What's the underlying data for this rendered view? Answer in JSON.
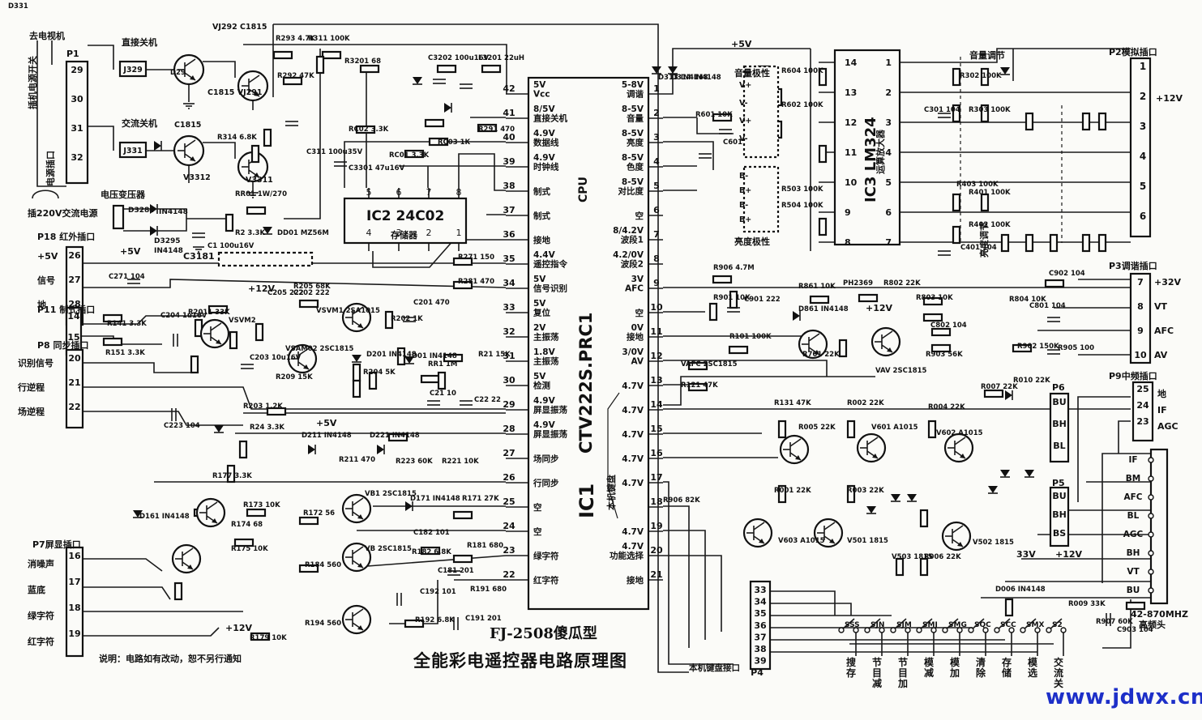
{
  "title": "全能彩电遥控器电路原理图",
  "model": "FJ-2508傻瓜型",
  "note": "说明：电路如有改动，恕不另行通知",
  "watermark": "www.jdwx.cn",
  "ic1": {
    "ref": "IC1",
    "part": "CTV222S.PRC1",
    "fn": "CPU",
    "left_pins": [
      {
        "n": "42",
        "l": "5V\nVcc"
      },
      {
        "n": "41",
        "l": "8/5V\n直接关机"
      },
      {
        "n": "40",
        "l": "4.9V\n数据线"
      },
      {
        "n": "39",
        "l": "4.9V\n时钟线"
      },
      {
        "n": "38",
        "l": "制式"
      },
      {
        "n": "37",
        "l": "制式"
      },
      {
        "n": "36",
        "l": "接地"
      },
      {
        "n": "35",
        "l": "4.4V\n遥控指令"
      },
      {
        "n": "34",
        "l": "5V\n信号识别"
      },
      {
        "n": "33",
        "l": "5V\n复位"
      },
      {
        "n": "32",
        "l": "2V\n主振荡"
      },
      {
        "n": "31",
        "l": "1.8V\n主振荡"
      },
      {
        "n": "30",
        "l": "5V\n检测"
      },
      {
        "n": "29",
        "l": "4.9V\n屏显振荡"
      },
      {
        "n": "28",
        "l": "4.9V\n屏显振荡"
      },
      {
        "n": "27",
        "l": "场同步"
      },
      {
        "n": "26",
        "l": "行同步"
      },
      {
        "n": "25",
        "l": "空"
      },
      {
        "n": "24",
        "l": "空"
      },
      {
        "n": "23",
        "l": "绿字符"
      },
      {
        "n": "22",
        "l": "红字符"
      }
    ],
    "right_pins": [
      {
        "n": "1",
        "l": "5-8V\n调谐"
      },
      {
        "n": "2",
        "l": "8-5V\n音量"
      },
      {
        "n": "3",
        "l": "8-5V\n亮度"
      },
      {
        "n": "4",
        "l": "8-5V\n色度"
      },
      {
        "n": "5",
        "l": "8-5V\n对比度"
      },
      {
        "n": "6",
        "l": "空"
      },
      {
        "n": "7",
        "l": "8/4.2V\n波段1"
      },
      {
        "n": "8",
        "l": "4.2/0V\n波段2"
      },
      {
        "n": "9",
        "l": "3V\nAFC"
      },
      {
        "n": "10",
        "l": "空"
      },
      {
        "n": "11",
        "l": "0V\n接地"
      },
      {
        "n": "12",
        "l": "3/0V\nAV"
      },
      {
        "n": "13",
        "l": "4.7V"
      },
      {
        "n": "14",
        "l": "4.7V"
      },
      {
        "n": "15",
        "l": "4.7V"
      },
      {
        "n": "16",
        "l": "4.7V"
      },
      {
        "n": "17",
        "l": "4.7V"
      },
      {
        "n": "18",
        "l": ""
      },
      {
        "n": "19",
        "l": "4.7V"
      },
      {
        "n": "20",
        "l": "4.7V\n功能选择"
      },
      {
        "n": "21",
        "l": "接地"
      }
    ],
    "keyboard_label": "本机键盘"
  },
  "ic2": {
    "ref": "IC2",
    "part": "24C02",
    "fn": "存储器",
    "top_pins": [
      "5",
      "6",
      "7",
      "8"
    ],
    "bottom_pins": [
      "4",
      "3",
      "2",
      "1"
    ]
  },
  "ic3": {
    "ref": "IC3",
    "part": "LM324",
    "fn": "运算放大器",
    "left_pins": [
      "14",
      "13",
      "12",
      "11",
      "10",
      "9",
      "8"
    ],
    "right_pins": [
      "1",
      "2",
      "3",
      "4",
      "5",
      "6",
      "7"
    ]
  },
  "connectors": {
    "p1": {
      "name": "P1",
      "pins": [
        "29",
        "30",
        "31",
        "32"
      ],
      "top": "去电视机",
      "left": "插机电源开关",
      "right": "电源插口",
      "bottom": "插220V交流电源"
    },
    "p18": {
      "name": "P18 红外插口",
      "pins": [
        "26",
        "27",
        "28"
      ],
      "labels": [
        "+5V",
        "信号",
        "地"
      ]
    },
    "p11": {
      "name": "P11 制式插口",
      "pins": [
        "14",
        "15"
      ]
    },
    "p8": {
      "name": "P8 同步插口",
      "pins": [
        "20",
        "21",
        "22"
      ],
      "labels": [
        "识别信号",
        "行逆程",
        "场逆程"
      ]
    },
    "p7": {
      "name": "P7屏显插口",
      "pins": [
        "16",
        "17",
        "18",
        "19"
      ],
      "labels": [
        "消噪声",
        "蓝底",
        "绿字符",
        "红字符"
      ]
    },
    "p2": {
      "name": "P2模拟插口",
      "pins": [
        "1",
        "2",
        "3",
        "4",
        "5",
        "6"
      ],
      "labels": [
        "",
        "+12V",
        "",
        "",
        "",
        ""
      ]
    },
    "p3": {
      "name": "P3调谐插口",
      "pins": [
        "7",
        "8",
        "9",
        "10"
      ],
      "labels": [
        "+32V",
        "VT",
        "AFC",
        "AV"
      ]
    },
    "p9": {
      "name": "P9中频插口",
      "pins": [
        "25",
        "24",
        "23"
      ],
      "labels": [
        "地",
        "IF",
        "AGC"
      ]
    },
    "p4": {
      "name": "P4",
      "label": "本机键盘接口",
      "pins": [
        "33",
        "34",
        "35",
        "36",
        "37",
        "38",
        "39"
      ]
    },
    "p6": {
      "name": "P6",
      "pins": [
        "BU",
        "BH",
        "BL"
      ]
    },
    "p5": {
      "name": "P5",
      "pins": [
        "BU",
        "BH",
        "BS"
      ]
    },
    "tuner": {
      "name": "42-870MHZ 高频头",
      "pins": [
        "IF",
        "BM",
        "AFC",
        "BL",
        "AGC",
        "BH",
        "VT",
        "BU"
      ]
    }
  },
  "relays": [
    {
      "ref": "J329",
      "label": "直接关机",
      "ic": "VJ292 C1815",
      "q": "C1815 VJ291"
    },
    {
      "ref": "J331",
      "label": "交流关机",
      "ic": "C1815",
      "q": "V3312 V3311"
    }
  ],
  "transformer": {
    "label": "电压变压器",
    "ref": "D3284",
    "d1": "IN4148",
    "d2": "D3295 IN4148"
  },
  "side_labels": {
    "vol_adjust": "音量调节",
    "vol_pos": "音量极性",
    "bri_pos": "亮度极性",
    "brightness_adjust": "亮度调节",
    "v5": "+5V",
    "v12": "+12V",
    "v33": "33V",
    "c3181": "C3181"
  },
  "keys": [
    {
      "id": "SSS",
      "l": "搜\n存"
    },
    {
      "id": "SJN",
      "l": "节\n目\n减"
    },
    {
      "id": "SJM",
      "l": "节\n目\n加"
    },
    {
      "id": "SMJ",
      "l": "模\n减"
    },
    {
      "id": "SMG",
      "l": "模\n加"
    },
    {
      "id": "SQC",
      "l": "清\n除"
    },
    {
      "id": "SCC",
      "l": "存\n储"
    },
    {
      "id": "SMX",
      "l": "模\n选"
    },
    {
      "id": "S2",
      "l": "交\n流\n关"
    }
  ],
  "labels": [
    {
      "t": "R293 4.7K"
    },
    {
      "t": "R311 100K"
    },
    {
      "t": "R3201 68"
    },
    {
      "t": "C3202 100u16V"
    },
    {
      "t": "L3201 22uH"
    },
    {
      "t": "R292 47K"
    },
    {
      "t": "D29"
    },
    {
      "t": "C3301 47u16V"
    },
    {
      "t": "R314 6.8K"
    },
    {
      "t": "C311 100u35V"
    },
    {
      "t": "RC02 3.3K"
    },
    {
      "t": "RC01 3.3K"
    },
    {
      "t": "RC03 1K"
    },
    {
      "t": "R291 470"
    },
    {
      "t": "D313 IN4148"
    },
    {
      "t": "D314 IN4148"
    },
    {
      "t": "RR01 1W/270"
    },
    {
      "t": "DD01 MZ56M"
    },
    {
      "t": "C1 100u16V"
    },
    {
      "t": "R2 3.3K"
    },
    {
      "t": "C271 104"
    },
    {
      "t": "R271 150"
    },
    {
      "t": "R281 470"
    },
    {
      "t": "R141 3.3K"
    },
    {
      "t": "R151 3.3K"
    },
    {
      "t": "R205 68K"
    },
    {
      "t": "C202 222"
    },
    {
      "t": "C205 222"
    },
    {
      "t": "R2011 33K"
    },
    {
      "t": "C204 1u16V"
    },
    {
      "t": "VSVM2"
    },
    {
      "t": "VSVM1 2SA1015"
    },
    {
      "t": "VSAM02 2SC1815"
    },
    {
      "t": "C203 10u16V"
    },
    {
      "t": "R209 15K"
    },
    {
      "t": "C201 470"
    },
    {
      "t": "R202 1K"
    },
    {
      "t": "D201 IN4148"
    },
    {
      "t": "R204 5K"
    },
    {
      "t": "R203 1.2K"
    },
    {
      "t": "C223 104"
    },
    {
      "t": "RR1 1M"
    },
    {
      "t": "D01 IN4148"
    },
    {
      "t": "R21 15K"
    },
    {
      "t": "C21 10"
    },
    {
      "t": "C22 22"
    },
    {
      "t": "R24 3.3K"
    },
    {
      "t": "D211 IN4148"
    },
    {
      "t": "D221 IN4148"
    },
    {
      "t": "R223 60K"
    },
    {
      "t": "R221 10K"
    },
    {
      "t": "R211 470"
    },
    {
      "t": "R177 3.3K"
    },
    {
      "t": "D161 IN4148"
    },
    {
      "t": "R173 10K"
    },
    {
      "t": "R172 56"
    },
    {
      "t": "R174 68"
    },
    {
      "t": "R175 10K"
    },
    {
      "t": "VB1 2SC1815"
    },
    {
      "t": "D171 IN4148"
    },
    {
      "t": "R171 27K"
    },
    {
      "t": "VB 2SC1815"
    },
    {
      "t": "C182 101"
    },
    {
      "t": "R182 6.8K"
    },
    {
      "t": "R181 680"
    },
    {
      "t": "R184 560"
    },
    {
      "t": "C181 201"
    },
    {
      "t": "R191 680"
    },
    {
      "t": "C192 101"
    },
    {
      "t": "R192 6.8K"
    },
    {
      "t": "C191 201"
    },
    {
      "t": "R194 560"
    },
    {
      "t": "R179 10K"
    },
    {
      "t": "R601 10K"
    },
    {
      "t": "C601"
    },
    {
      "t": "R604 100K"
    },
    {
      "t": "R602 100K"
    },
    {
      "t": "R503 100K"
    },
    {
      "t": "R504 100K"
    },
    {
      "t": "C301 104"
    },
    {
      "t": "R302 100K"
    },
    {
      "t": "R303 100K"
    },
    {
      "t": "R401 100K"
    },
    {
      "t": "R402 100K"
    },
    {
      "t": "R403 100K"
    },
    {
      "t": "C401 104"
    },
    {
      "t": "R906 4.7M"
    },
    {
      "t": "C901 222"
    },
    {
      "t": "R901 10K"
    },
    {
      "t": "R101 100K"
    },
    {
      "t": "R861 10K"
    },
    {
      "t": "D861 IN4148"
    },
    {
      "t": "PH2369"
    },
    {
      "t": "R802 22K"
    },
    {
      "t": "R803 10K"
    },
    {
      "t": "R804 10K"
    },
    {
      "t": "C801 104"
    },
    {
      "t": "C802 104"
    },
    {
      "t": "R903 56K"
    },
    {
      "t": "R902 150K"
    },
    {
      "t": "R905 100"
    },
    {
      "t": "C902 104"
    },
    {
      "t": "R701 22K"
    },
    {
      "t": "VAV 2SC1815"
    },
    {
      "t": "VAFC 2SC1815"
    },
    {
      "t": "R121 47K"
    },
    {
      "t": "R131 47K"
    },
    {
      "t": "R001 22K"
    },
    {
      "t": "R002 22K"
    },
    {
      "t": "R003 22K"
    },
    {
      "t": "R004 22K"
    },
    {
      "t": "R005 22K"
    },
    {
      "t": "V601 A1015"
    },
    {
      "t": "V602 A1015"
    },
    {
      "t": "V603 A1015"
    },
    {
      "t": "V501 1815"
    },
    {
      "t": "V502 1815"
    },
    {
      "t": "V503 1815"
    },
    {
      "t": "R006 22K"
    },
    {
      "t": "R007 22K"
    },
    {
      "t": "R010 22K"
    },
    {
      "t": "D006 IN4148"
    },
    {
      "t": "R009 33K"
    },
    {
      "t": "R907 60K"
    },
    {
      "t": "C903 104"
    },
    {
      "t": "R906 82K"
    },
    {
      "t": "D331"
    }
  ]
}
